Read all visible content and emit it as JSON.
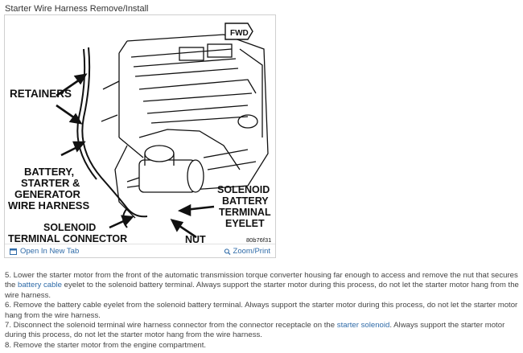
{
  "page": {
    "title": "Starter Wire Harness Remove/Install"
  },
  "figure": {
    "labels": {
      "fwd": "FWD",
      "retainers": "RETAINERS",
      "harness_line1": "BATTERY,",
      "harness_line2": "STARTER &",
      "harness_line3": "GENERATOR",
      "harness_line4": "WIRE HARNESS",
      "solenoid_line1": "SOLENOID",
      "solenoid_line2": "BATTERY",
      "solenoid_line3": "TERMINAL",
      "solenoid_line4": "EYELET",
      "connector_line1": "SOLENOID",
      "connector_line2": "TERMINAL CONNECTOR",
      "nut": "NUT",
      "code": "80b76f31"
    },
    "open_tab_label": "Open In New Tab",
    "zoom_label": "Zoom/Print"
  },
  "steps": {
    "step5_a": "5. Lower the starter motor from the front of the automatic transmission torque converter housing far enough to access and remove the nut that secures the ",
    "step5_link": "battery cable",
    "step5_b": " eyelet to the solenoid battery terminal. Always support the starter motor during this process, do not let the starter motor hang from the wire harness.",
    "step6": "6. Remove the battery cable eyelet from the solenoid battery terminal. Always support the starter motor during this process, do not let the starter motor hang from the wire harness.",
    "step7_a": "7. Disconnect the solenoid terminal wire harness connector from the connector receptacle on the ",
    "step7_link": "starter solenoid",
    "step7_b": ". Always support the starter motor during this process, do not let the starter motor hang from the wire harness.",
    "step8": "8. Remove the starter motor from the engine compartment."
  },
  "colors": {
    "link": "#2f6ba8",
    "text": "#444444"
  }
}
